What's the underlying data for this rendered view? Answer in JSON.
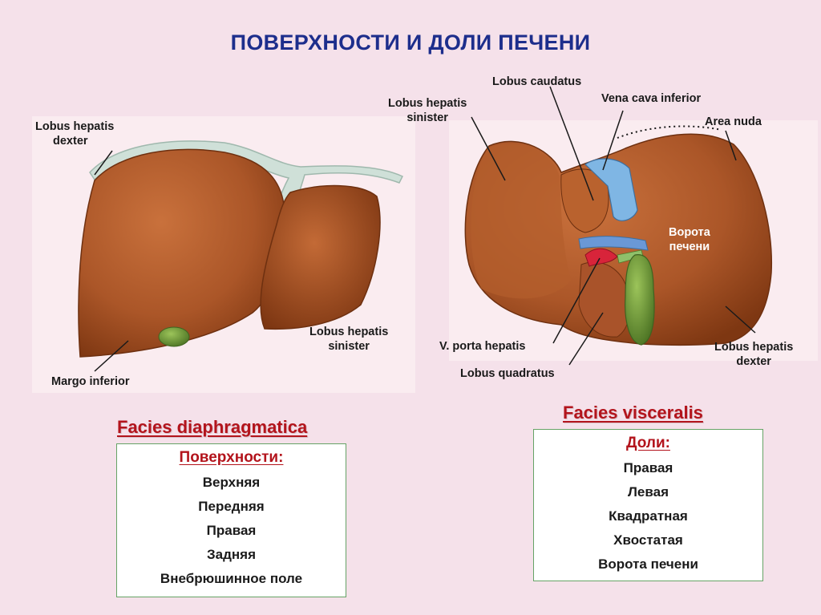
{
  "title": "ПОВЕРХНОСТИ И ДОЛИ ПЕЧЕНИ",
  "left_figure": {
    "labels": {
      "lobus_dexter": [
        "Lobus hepatis",
        "dexter"
      ],
      "lobus_sinister": [
        "Lobus hepatis",
        "sinister"
      ],
      "margo_inferior": "Margo inferior"
    },
    "heading": "Facies diaphragmatica",
    "box": {
      "heading": "Поверхности:",
      "items": [
        "Верхняя",
        "Передняя",
        "Правая",
        "Задняя",
        "Внебрюшинное поле"
      ]
    }
  },
  "right_figure": {
    "labels": {
      "lobus_caudatus": "Lobus caudatus",
      "lobus_sinister": [
        "Lobus hepatis",
        "sinister"
      ],
      "vena_cava": "Vena cava inferior",
      "area_nuda": "Area nuda",
      "porta": [
        "Ворота",
        "печени"
      ],
      "v_porta": "V. porta hepatis",
      "lobus_quadratus": "Lobus quadratus",
      "lobus_dexter": [
        "Lobus hepatis",
        "dexter"
      ]
    },
    "heading": "Facies visceralis",
    "box": {
      "heading": "Доли:",
      "items": [
        "Правая",
        "Левая",
        "Квадратная",
        "Хвостатая",
        "Ворота печени"
      ]
    }
  },
  "colors": {
    "title": "#1d2e8c",
    "heading": "#b3141c",
    "liver": "#b35a2a",
    "liver_dark": "#8a3d18",
    "ligament": "#cfe0d8",
    "gallbladder": "#6f9a3a",
    "vein_blue": "#6fa8d8",
    "artery_red": "#d8243a",
    "box_border": "#66a366"
  }
}
